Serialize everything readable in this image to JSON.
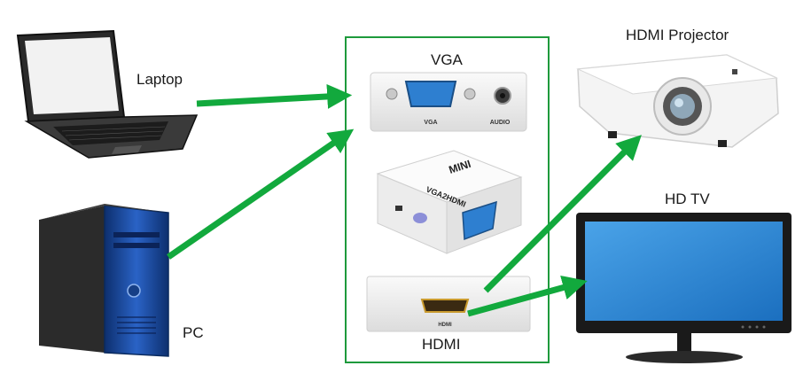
{
  "labels": {
    "laptop": "Laptop",
    "pc": "PC",
    "vga": "VGA",
    "hdmi": "HDMI",
    "projector": "HDMI Projector",
    "tv": "HD TV"
  },
  "adapter": {
    "vga_port_text": "VGA",
    "audio_port_text": "AUDIO",
    "mini_text": "MINI",
    "model_text": "VGA2HDMI",
    "hdmi_port_text": "HDMI"
  },
  "colors": {
    "arrow": "#12a93d",
    "frame": "#1e9a3c",
    "screen_blue": "#2f86d4",
    "pc_blue": "#1f4fa3"
  }
}
